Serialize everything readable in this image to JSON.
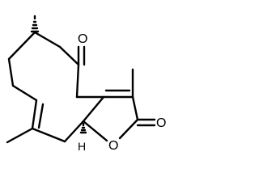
{
  "molecule": {
    "atoms": {
      "ketone_oxygen": "O",
      "lactone_carbonyl_oxygen": "O",
      "ring_oxygen": "O",
      "stereo_hydrogen": "H"
    }
  },
  "colors": {
    "bond": "#000000",
    "background": "#ffffff"
  }
}
